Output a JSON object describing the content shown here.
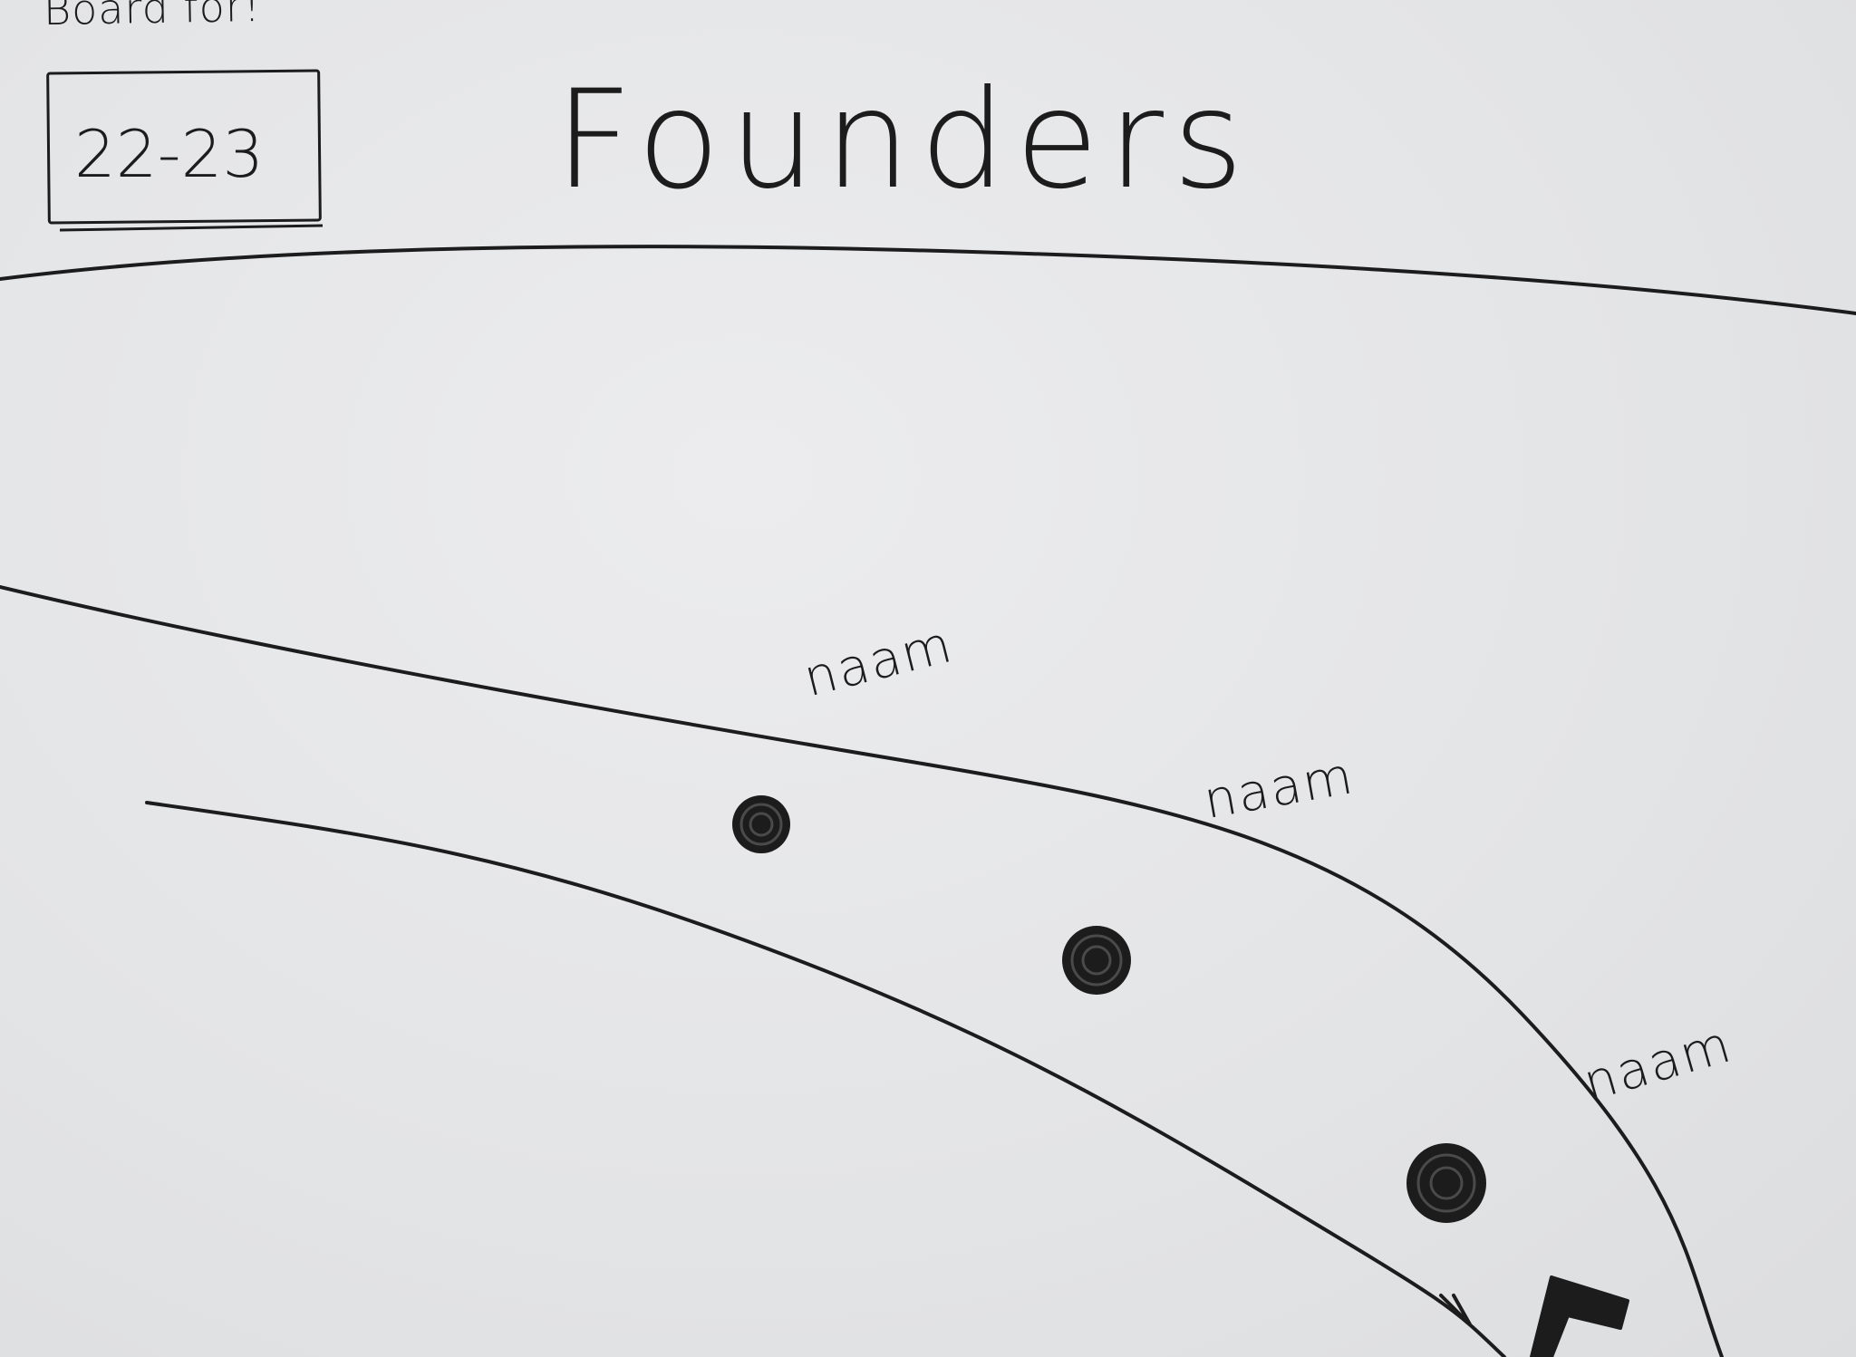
{
  "header": {
    "label": "Board for!",
    "date_range": "22-23",
    "title": "Founders"
  },
  "timeline": {
    "milestones": [
      {
        "name": "naam"
      },
      {
        "name": "naam"
      },
      {
        "name": "naam"
      }
    ]
  },
  "colors": {
    "ink": "#1c1c1c",
    "paper": "#e6e7e9"
  }
}
